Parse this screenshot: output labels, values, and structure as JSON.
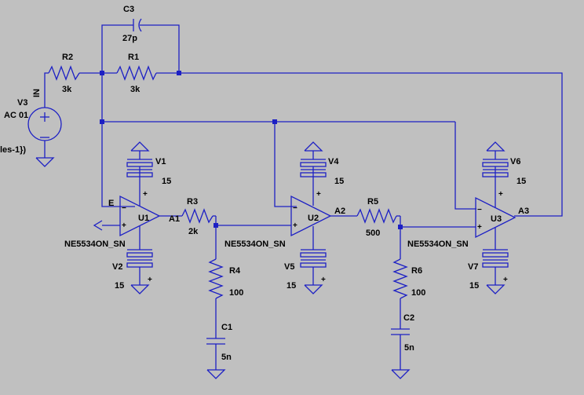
{
  "components": {
    "C3": {
      "name": "C3",
      "value": "27p"
    },
    "R2": {
      "name": "R2",
      "value": "3k"
    },
    "R1": {
      "name": "R1",
      "value": "3k"
    },
    "V3": {
      "name": "V3",
      "value": "AC 01",
      "port": "IN",
      "fragment": "les-1})"
    },
    "V1": {
      "name": "V1",
      "value": "15"
    },
    "V2": {
      "name": "V2",
      "value": "15"
    },
    "V4": {
      "name": "V4",
      "value": "15"
    },
    "V5": {
      "name": "V5",
      "value": "15"
    },
    "V6": {
      "name": "V6",
      "value": "15"
    },
    "V7": {
      "name": "V7",
      "value": "15"
    },
    "U1": {
      "name": "U1",
      "model": "NE5534ON_SN"
    },
    "U2": {
      "name": "U2",
      "model": "NE5534ON_SN"
    },
    "U3": {
      "name": "U3",
      "model": "NE5534ON_SN"
    },
    "R3": {
      "name": "R3",
      "value": "2k"
    },
    "R4": {
      "name": "R4",
      "value": "100"
    },
    "C1": {
      "name": "C1",
      "value": "5n"
    },
    "R5": {
      "name": "R5",
      "value": "500"
    },
    "R6": {
      "name": "R6",
      "value": "100"
    },
    "C2": {
      "name": "C2",
      "value": "5n"
    }
  },
  "nets": {
    "E": "E",
    "A1": "A1",
    "A2": "A2",
    "A3": "A3"
  },
  "signs": {
    "plus": "+",
    "minus": "−"
  }
}
